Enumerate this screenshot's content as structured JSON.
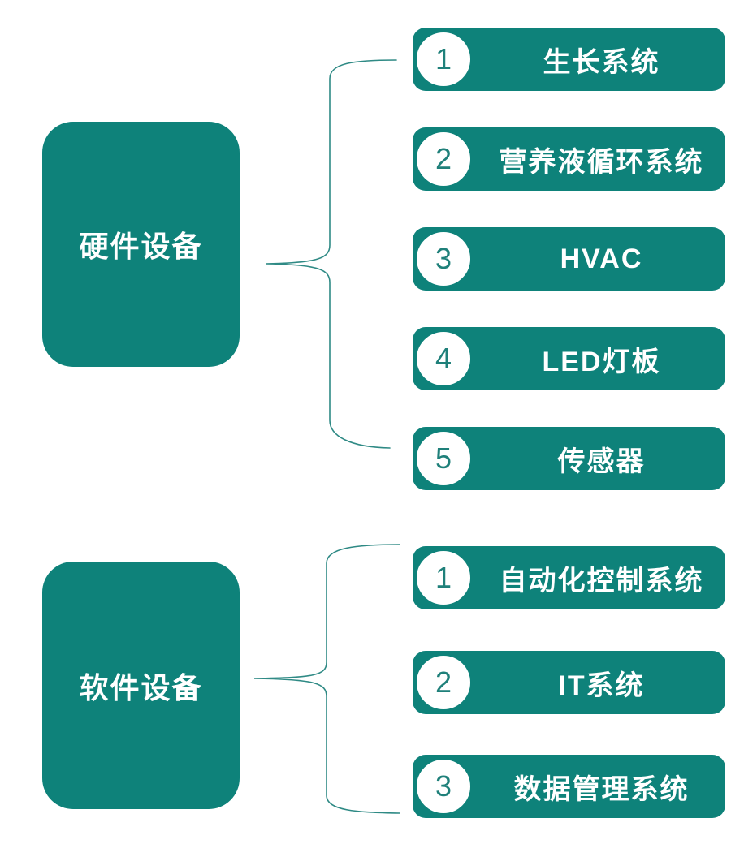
{
  "palette": {
    "teal": "#0E827A",
    "connector_line": "#2F8A85",
    "text_on_teal": "#FFFFFF",
    "badge_fill": "#FFFFFF",
    "badge_number": "#1F807A"
  },
  "groups": [
    {
      "title": "硬件设备",
      "items": [
        {
          "num": "1",
          "label": "生长系统"
        },
        {
          "num": "2",
          "label": "营养液循环系统"
        },
        {
          "num": "3",
          "label": "HVAC"
        },
        {
          "num": "4",
          "label": "LED灯板"
        },
        {
          "num": "5",
          "label": "传感器"
        }
      ]
    },
    {
      "title": "软件设备",
      "items": [
        {
          "num": "1",
          "label": "自动化控制系统"
        },
        {
          "num": "2",
          "label": "IT系统"
        },
        {
          "num": "3",
          "label": "数据管理系统"
        }
      ]
    }
  ]
}
